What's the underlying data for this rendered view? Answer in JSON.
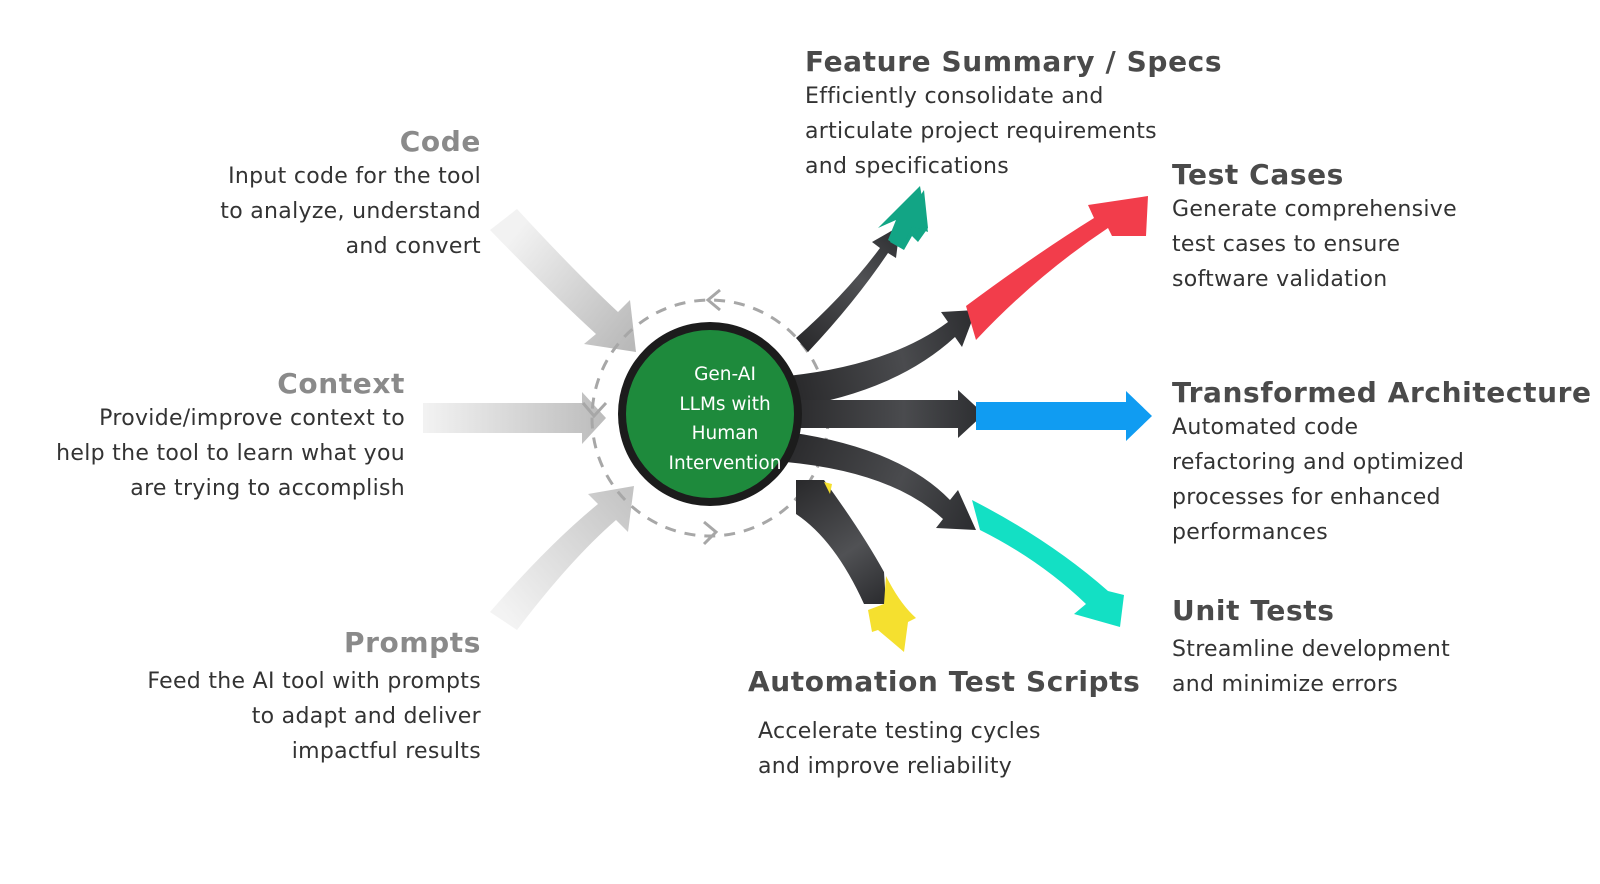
{
  "center": {
    "lines": [
      "Gen-AI",
      "LLMs with",
      "Human",
      "Intervention"
    ],
    "fill_color": "#1e8a3c"
  },
  "inputs": [
    {
      "title": "Code",
      "description": [
        "Input code for the tool",
        "to analyze, understand",
        "and convert"
      ]
    },
    {
      "title": "Context",
      "description": [
        "Provide/improve context to",
        "help the tool to learn what you",
        "are trying to accomplish"
      ]
    },
    {
      "title": "Prompts",
      "description": [
        "Feed the AI tool with prompts",
        "to adapt and deliver",
        "impactful results"
      ]
    }
  ],
  "outputs": [
    {
      "title": "Feature Summary / Specs",
      "description": [
        "Efficiently consolidate and",
        "articulate project requirements",
        "and specifications"
      ],
      "color": "#12a585"
    },
    {
      "title": "Test Cases",
      "description": [
        "Generate comprehensive",
        "test cases to ensure",
        "software validation"
      ],
      "color": "#f23d4b"
    },
    {
      "title": "Transformed Architecture",
      "description": [
        "Automated code",
        "refactoring and optimized",
        "processes for enhanced",
        "performances"
      ],
      "color": "#109cf2"
    },
    {
      "title": "Unit Tests",
      "description": [
        "Streamline development",
        "and minimize errors"
      ],
      "color": "#13e0c4"
    },
    {
      "title": "Automation Test Scripts",
      "description": [
        "Accelerate testing cycles",
        "and improve reliability"
      ],
      "color": "#f5e02f"
    }
  ]
}
